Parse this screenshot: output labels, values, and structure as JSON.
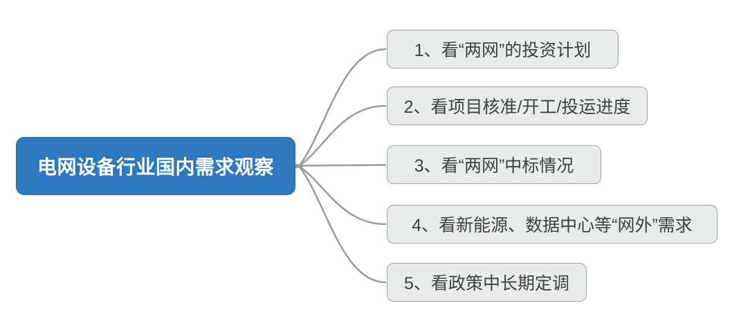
{
  "diagram": {
    "type": "mindmap",
    "root": {
      "label": "电网设备行业国内需求观察"
    },
    "branches": [
      {
        "label": "1、看“两网”的投资计划"
      },
      {
        "label": "2、看项目核准/开工/投运进度"
      },
      {
        "label": "3、看“两网”中标情况"
      },
      {
        "label": "4、看新能源、数据中心等“网外”需求"
      },
      {
        "label": "5、看政策中长期定调"
      }
    ],
    "colors": {
      "background": "#FFFFFF",
      "root_fill": "#2E79BE",
      "root_text": "#FFFFFF",
      "branch_fill": "#E8ECEC",
      "branch_border": "#9DA3A3",
      "branch_text": "#404040",
      "connector": "#9C9C9C"
    }
  }
}
